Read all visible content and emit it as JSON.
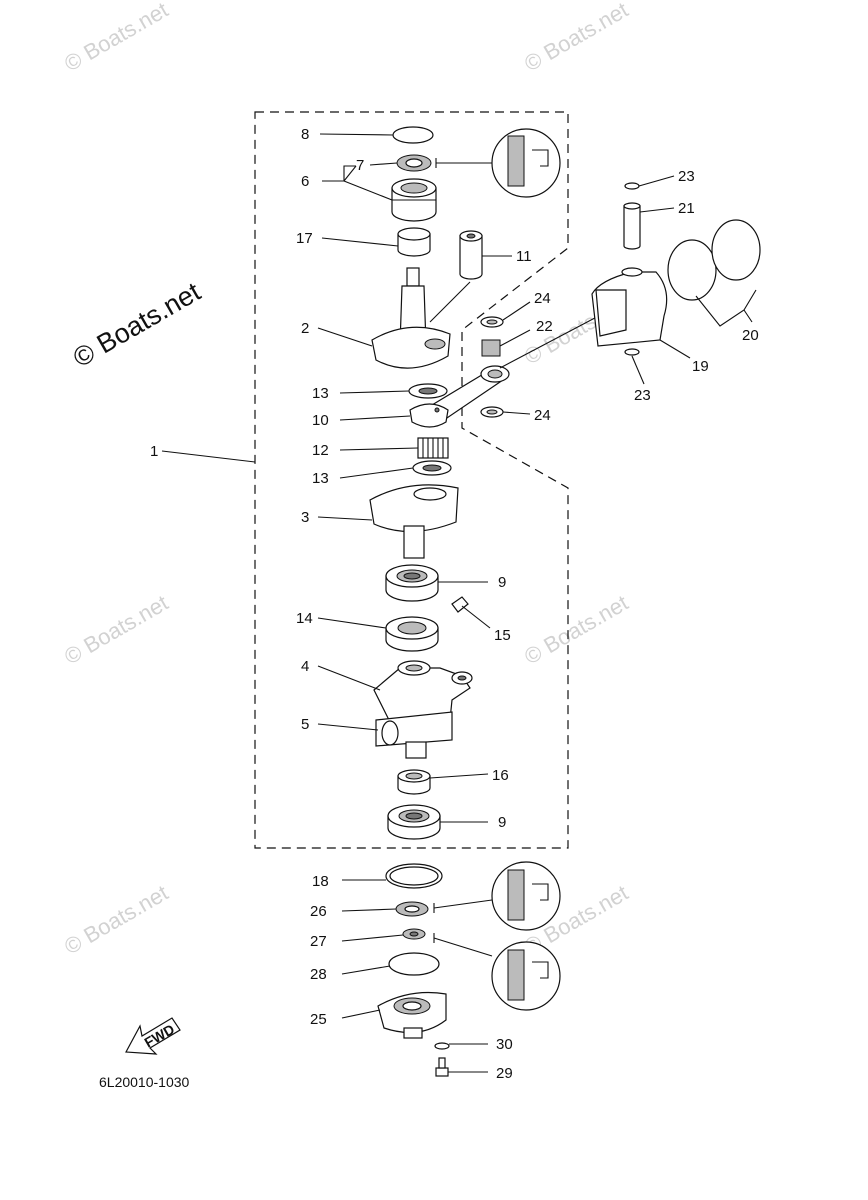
{
  "diagram_code": "6L20010-1030",
  "watermark_text": "© Boats.net",
  "fwd_label": "FWD",
  "callouts": [
    {
      "id": "c1",
      "text": "1"
    },
    {
      "id": "c2",
      "text": "2"
    },
    {
      "id": "c3",
      "text": "3"
    },
    {
      "id": "c4",
      "text": "4"
    },
    {
      "id": "c5",
      "text": "5"
    },
    {
      "id": "c6",
      "text": "6"
    },
    {
      "id": "c7",
      "text": "7"
    },
    {
      "id": "c8",
      "text": "8"
    },
    {
      "id": "c9a",
      "text": "9"
    },
    {
      "id": "c9b",
      "text": "9"
    },
    {
      "id": "c10",
      "text": "10"
    },
    {
      "id": "c11",
      "text": "11"
    },
    {
      "id": "c12",
      "text": "12"
    },
    {
      "id": "c13a",
      "text": "13"
    },
    {
      "id": "c13b",
      "text": "13"
    },
    {
      "id": "c14",
      "text": "14"
    },
    {
      "id": "c15",
      "text": "15"
    },
    {
      "id": "c16",
      "text": "16"
    },
    {
      "id": "c17",
      "text": "17"
    },
    {
      "id": "c18",
      "text": "18"
    },
    {
      "id": "c19",
      "text": "19"
    },
    {
      "id": "c20",
      "text": "20"
    },
    {
      "id": "c21",
      "text": "21"
    },
    {
      "id": "c22",
      "text": "22"
    },
    {
      "id": "c23a",
      "text": "23"
    },
    {
      "id": "c23b",
      "text": "23"
    },
    {
      "id": "c24a",
      "text": "24"
    },
    {
      "id": "c24b",
      "text": "24"
    },
    {
      "id": "c25",
      "text": "25"
    },
    {
      "id": "c26",
      "text": "26"
    },
    {
      "id": "c27",
      "text": "27"
    },
    {
      "id": "c28",
      "text": "28"
    },
    {
      "id": "c29",
      "text": "29"
    },
    {
      "id": "c30",
      "text": "30"
    }
  ]
}
